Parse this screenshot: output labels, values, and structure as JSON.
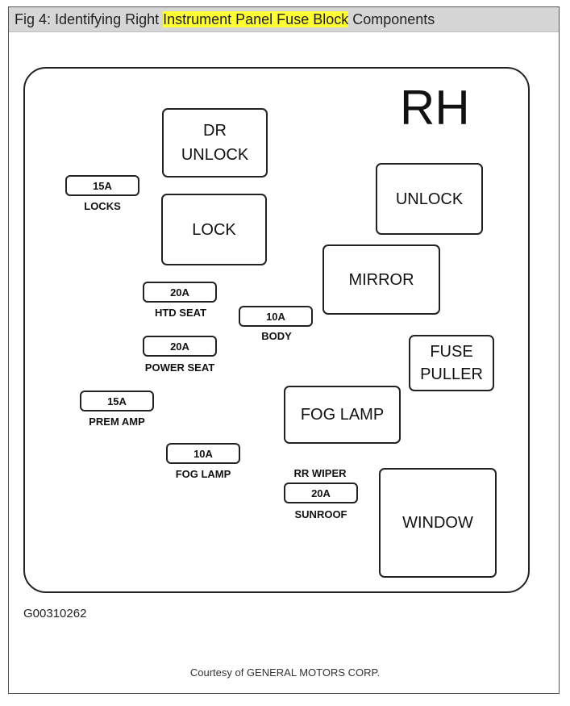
{
  "figure": {
    "title_prefix": "Fig 4: Identifying Right ",
    "title_highlight": "Instrument Panel Fuse Block",
    "title_suffix": " Components"
  },
  "diagram": {
    "side_label": "RH",
    "relays": {
      "dr_unlock": "DR\nUNLOCK",
      "lock": "LOCK",
      "unlock": "UNLOCK",
      "mirror": "MIRROR",
      "fuse_puller": "FUSE\nPULLER",
      "fog_lamp": "FOG LAMP",
      "window": "WINDOW"
    },
    "fuses": {
      "locks": {
        "rating": "15A",
        "label": "LOCKS"
      },
      "htd_seat": {
        "rating": "20A",
        "label": "HTD SEAT"
      },
      "body": {
        "rating": "10A",
        "label": "BODY"
      },
      "power_seat": {
        "rating": "20A",
        "label": "POWER SEAT"
      },
      "prem_amp": {
        "rating": "15A",
        "label": "PREM AMP"
      },
      "fog_lamp": {
        "rating": "10A",
        "label": "FOG LAMP"
      },
      "rr_wiper_sunroof": {
        "rating": "20A",
        "label_above": "RR WIPER",
        "label_below": "SUNROOF"
      }
    }
  },
  "figure_code": "G00310262",
  "credit": "Courtesy of GENERAL MOTORS CORP."
}
